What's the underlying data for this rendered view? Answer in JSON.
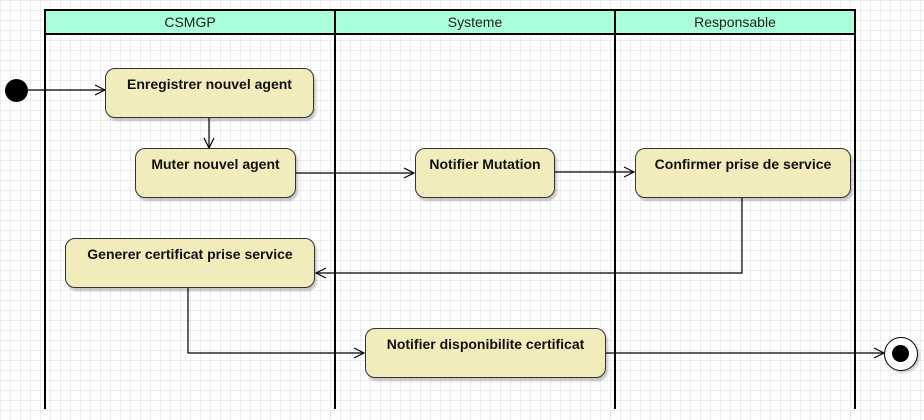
{
  "lanes": [
    {
      "name": "CSMGP"
    },
    {
      "name": "Systeme"
    },
    {
      "name": "Responsable"
    }
  ],
  "activities": {
    "enregistrer": "Enregistrer nouvel agent",
    "muter": "Muter nouvel agent",
    "notifier_mutation": "Notifier Mutation",
    "confirmer": "Confirmer prise de service",
    "generer": "Generer certificat prise service",
    "notifier_dispo": "Notifier disponibilite certificat"
  },
  "colors": {
    "lane_header_fill": "#a8ffd8",
    "activity_fill": "#f2ecbd",
    "line": "#000000"
  }
}
